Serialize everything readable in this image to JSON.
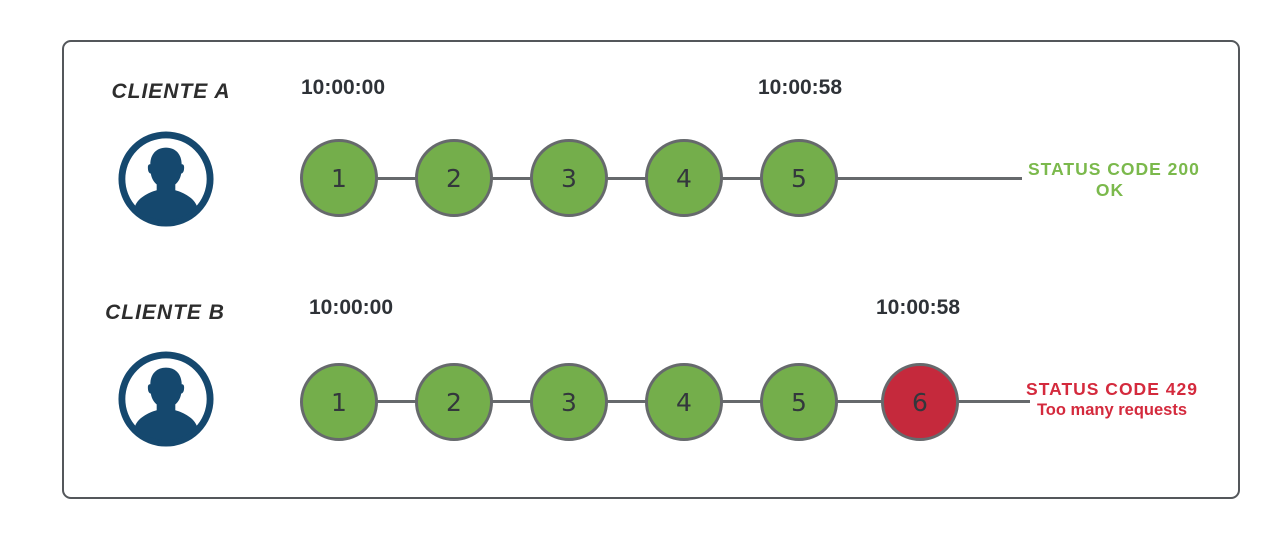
{
  "colors": {
    "success_green": "#74ae4b",
    "error_red": "#c5293c",
    "ok_text_green": "#7bb94c",
    "error_text_red": "#d42a3d",
    "avatar_navy": "#15486e",
    "connector_gray": "#66696c",
    "timestamp_dark": "#2e3237"
  },
  "rows": [
    {
      "client_label": "CLIENTE A",
      "window_start": "10:00:00",
      "window_end": "10:00:58",
      "requests": [
        {
          "n": "1",
          "status": "ok"
        },
        {
          "n": "2",
          "status": "ok"
        },
        {
          "n": "3",
          "status": "ok"
        },
        {
          "n": "4",
          "status": "ok"
        },
        {
          "n": "5",
          "status": "ok"
        }
      ],
      "status_line1": "STATUS CODE 200",
      "status_line2": "OK"
    },
    {
      "client_label": "CLIENTE B",
      "window_start": "10:00:00",
      "window_end": "10:00:58",
      "requests": [
        {
          "n": "1",
          "status": "ok"
        },
        {
          "n": "2",
          "status": "ok"
        },
        {
          "n": "3",
          "status": "ok"
        },
        {
          "n": "4",
          "status": "ok"
        },
        {
          "n": "5",
          "status": "ok"
        },
        {
          "n": "6",
          "status": "blocked"
        }
      ],
      "status_line1": "STATUS CODE 429",
      "status_line2": "Too many requests"
    }
  ]
}
